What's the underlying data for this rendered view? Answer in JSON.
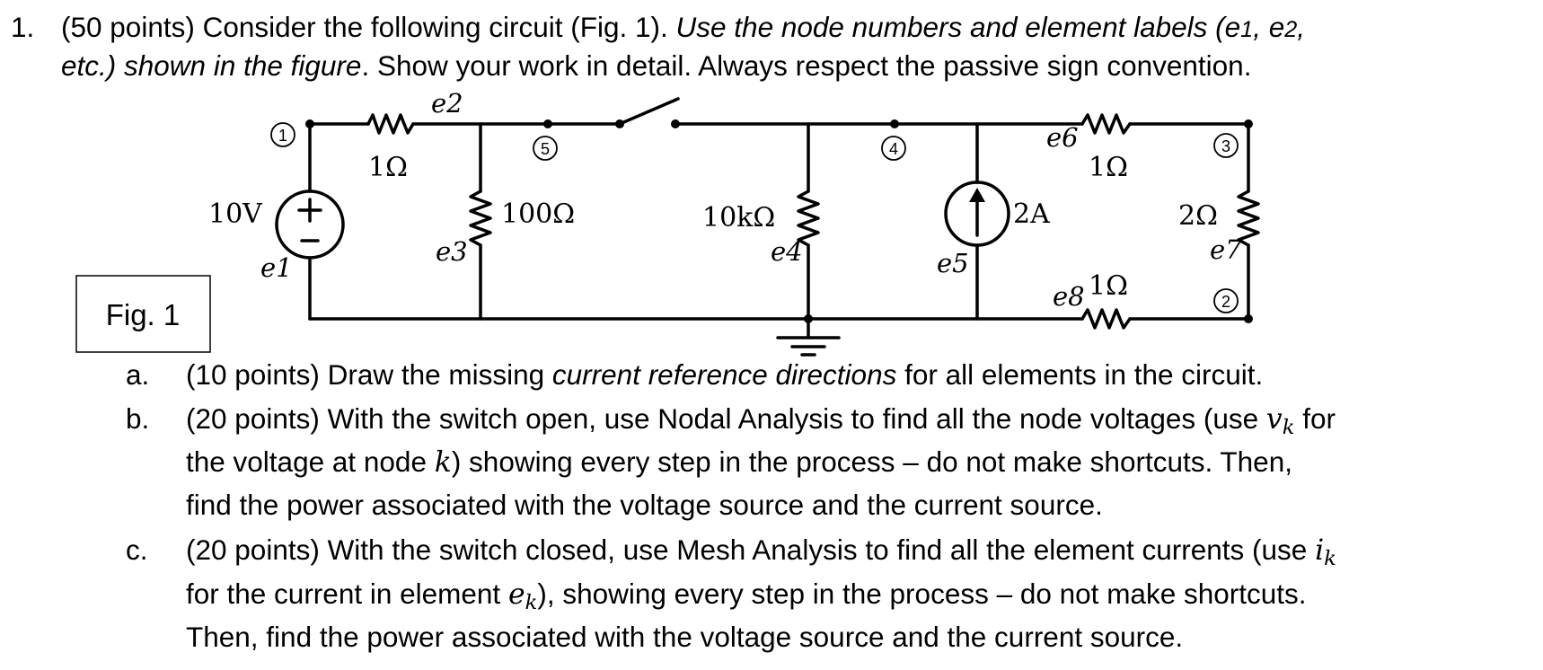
{
  "problem": {
    "number": "1.",
    "points": "(50 points)",
    "intro_plain": " Consider the following circuit (Fig. 1). ",
    "intro_italic_a": "Use the node numbers and element labels (e",
    "intro_italic_b": ", e",
    "intro_italic_c": ",",
    "line2_italic": "etc.) shown in the figure",
    "line2_plain": ". Show your work in detail. Always respect the passive sign convention."
  },
  "figure": {
    "caption": "Fig. 1",
    "nodes": [
      "1",
      "5",
      "4",
      "3",
      "2"
    ],
    "element_labels": [
      "e2",
      "e3",
      "e4",
      "e5",
      "e6",
      "e7",
      "e8",
      "e1"
    ],
    "values": {
      "source_v": "10V",
      "r_e2": "1Ω",
      "r_e3": "100Ω",
      "r_e4": "10kΩ",
      "source_i": "2A",
      "r_e6": "1Ω",
      "r_e7": "2Ω",
      "r_e8": "1Ω"
    }
  },
  "parts": [
    {
      "marker": "a.",
      "lines": [
        [
          "(10 points) Draw the missing ",
          "current reference directions",
          " for all elements in the circuit."
        ]
      ]
    },
    {
      "marker": "b.",
      "lines": [
        [
          "(20 points) With the switch open, use Nodal Analysis to find all the node voltages (use ",
          "v",
          "k",
          " for"
        ],
        [
          "the voltage at node ",
          "k",
          ") showing every step in the process – do not make shortcuts. Then,"
        ],
        [
          "find the power associated with the voltage source and the current source."
        ]
      ]
    },
    {
      "marker": "c.",
      "lines": [
        [
          "(20 points) With the switch closed, use Mesh Analysis to find all the element currents (use ",
          "i",
          "k"
        ],
        [
          "for the current in element ",
          "e",
          "k",
          "), showing every step in the process – do not make shortcuts."
        ],
        [
          "Then, find the power associated with the voltage source and the current source."
        ]
      ]
    }
  ]
}
